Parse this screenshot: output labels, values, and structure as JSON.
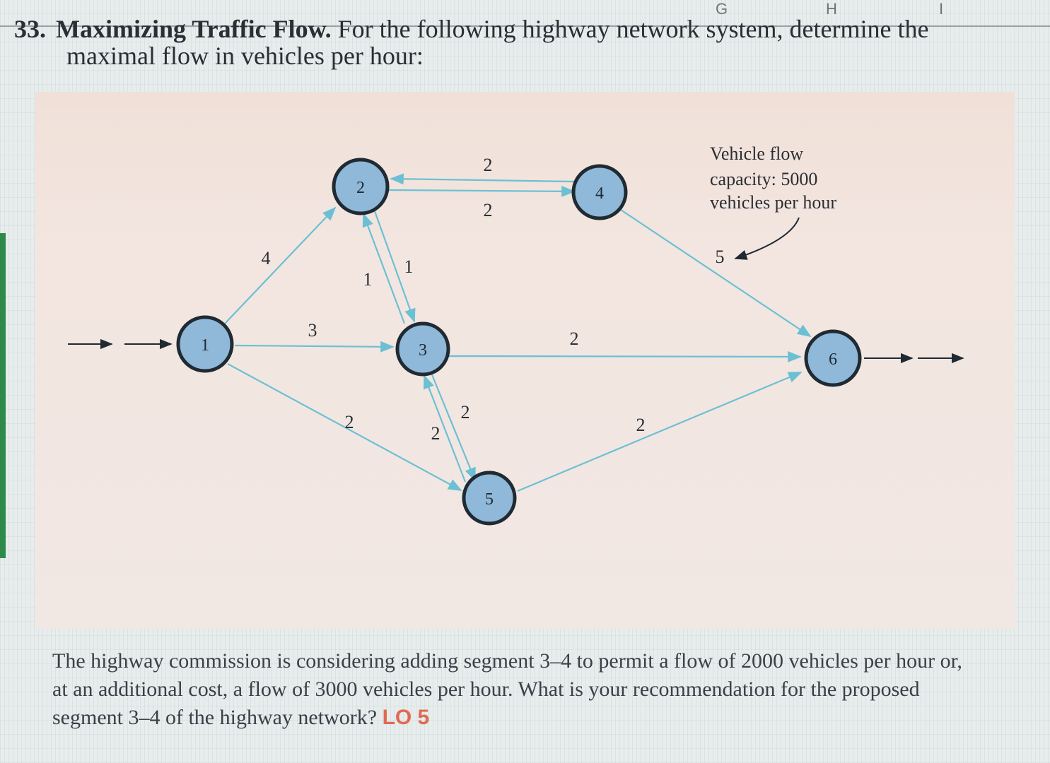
{
  "column_headers": [
    "G",
    "H",
    "I"
  ],
  "problem": {
    "number": "33.",
    "title": "Maximizing Traffic Flow.",
    "prompt_line1": "For the following highway network system, determine the",
    "prompt_line2": "maximal flow in vehicles per hour:"
  },
  "network": {
    "nodes": [
      "1",
      "2",
      "3",
      "4",
      "5",
      "6"
    ],
    "edges": [
      {
        "from": "1",
        "to": "2",
        "capacity": "4"
      },
      {
        "from": "1",
        "to": "3",
        "capacity": "3"
      },
      {
        "from": "1",
        "to": "5",
        "capacity": "2"
      },
      {
        "from": "2",
        "to": "4",
        "capacity": "2"
      },
      {
        "from": "4",
        "to": "2",
        "capacity": "2"
      },
      {
        "from": "2",
        "to": "3",
        "capacity": "1"
      },
      {
        "from": "3",
        "to": "2",
        "capacity": "1"
      },
      {
        "from": "3",
        "to": "5",
        "capacity": "2"
      },
      {
        "from": "5",
        "to": "3",
        "capacity": "2"
      },
      {
        "from": "3",
        "to": "6",
        "capacity": "2"
      },
      {
        "from": "4",
        "to": "6",
        "capacity": "5"
      },
      {
        "from": "5",
        "to": "6",
        "capacity": "2"
      }
    ],
    "legend": {
      "line1": "Vehicle flow",
      "line2": "capacity: 5000",
      "line3": "vehicles per hour"
    },
    "colors": {
      "node_fill": "#8fb8d9",
      "node_stroke": "#1f2a33",
      "edge": "#6cc0d4"
    }
  },
  "description": {
    "text": "The highway commission is considering adding segment 3–4 to permit a flow of 2000 vehicles per hour or, at an additional cost, a flow of 3000 vehicles per hour. What is your recommendation for the proposed segment 3–4 of the highway network?",
    "lo_tag": "LO 5"
  }
}
